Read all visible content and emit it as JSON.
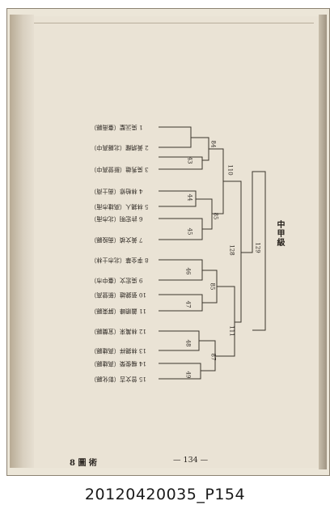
{
  "division_title": "中甲級",
  "entries": [
    {
      "seed": "1",
      "name": "吳沅聖",
      "unit": "臺南縣"
    },
    {
      "seed": "2",
      "name": "黃炳耀",
      "unit": "北縣高中"
    },
    {
      "seed": "3",
      "name": "吳秀雄",
      "unit": "新營高中"
    },
    {
      "seed": "4",
      "name": "林柏修",
      "unit": "南士商"
    },
    {
      "seed": "5",
      "name": "林錫人",
      "unit": "高雄市南"
    },
    {
      "seed": "6",
      "name": "許宏明",
      "unit": "北市南"
    },
    {
      "seed": "7",
      "name": "黃文禎",
      "unit": "南投縣"
    },
    {
      "seed": "8",
      "name": "李全華",
      "unit": "北市士林"
    },
    {
      "seed": "9",
      "name": "吳宏文",
      "unit": "臺中市"
    },
    {
      "seed": "10",
      "name": "張錦雄",
      "unit": "新營高"
    },
    {
      "seed": "11",
      "name": "蕭順峰",
      "unit": "屏東縣"
    },
    {
      "seed": "12",
      "name": "林萬來",
      "unit": "宜蘭縣"
    },
    {
      "seed": "13",
      "name": "林錫祥",
      "unit": "高雄縣"
    },
    {
      "seed": "14",
      "name": "楊俊榮",
      "unit": "高雄縣"
    },
    {
      "seed": "15",
      "name": "曾文吉",
      "unit": "彰化縣"
    }
  ],
  "match_numbers": [
    "84",
    "43",
    "110",
    "44",
    "85",
    "45",
    "128",
    "129",
    "46",
    "85",
    "47",
    "111",
    "48",
    "87",
    "49"
  ],
  "footer": {
    "section": "8 圖 術",
    "page_number": "— 134 —"
  },
  "catalog_id": "20120420035_P154"
}
